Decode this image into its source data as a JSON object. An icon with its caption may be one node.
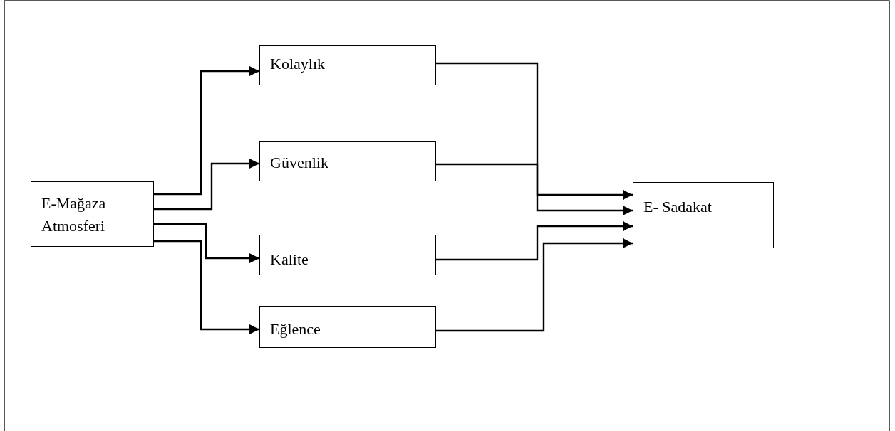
{
  "diagram": {
    "nodes": [
      {
        "text": [
          "E-Mağaza Atmosferi"
        ]
      },
      {
        "text": [
          "Kolaylık"
        ]
      },
      {
        "text": [
          "Güvenlik"
        ]
      },
      {
        "text": [
          "Kalite"
        ]
      },
      {
        "text": [
          "Eğlence"
        ]
      },
      {
        "text": [
          "E- Sadakat"
        ]
      }
    ],
    "edges": [
      {
        "from": 0,
        "to": 1,
        "arrow": "to"
      },
      {
        "from": 0,
        "to": 2,
        "arrow": "to"
      },
      {
        "from": 0,
        "to": 3,
        "arrow": "to"
      },
      {
        "from": 0,
        "to": 4,
        "arrow": "to"
      },
      {
        "from": 1,
        "to": 5,
        "arrow": "to"
      },
      {
        "from": 2,
        "to": 5,
        "arrow": "to"
      },
      {
        "from": 3,
        "to": 5,
        "arrow": "to"
      },
      {
        "from": 4,
        "to": 5,
        "arrow": "to"
      }
    ]
  }
}
